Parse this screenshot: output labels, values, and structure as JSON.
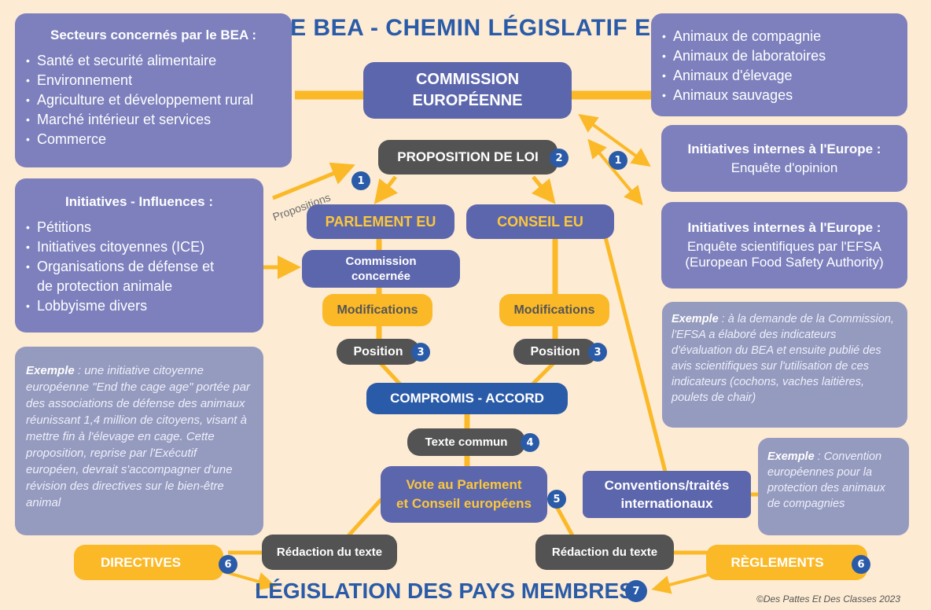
{
  "title": "LE BEA - CHEMIN LÉGISLATIF EU",
  "footer_title": "LÉGISLATION DES PAYS MEMBRES",
  "footer_badge": "7",
  "copyright": "©Des Pattes Et Des Classes 2023",
  "colors": {
    "background": "#fdebd3",
    "lavender": "#7d80bd",
    "blue": "#5c66ad",
    "grey_lavender": "#959abf",
    "dark": "#535353",
    "yellow": "#fbb927",
    "navy": "#2a5ba8"
  },
  "sectors": {
    "title": "Secteurs concernés par le BEA :",
    "items": [
      "Santé et securité alimentaire",
      "Environnement",
      "Agriculture et développement rural",
      "Marché intérieur et services",
      "Commerce"
    ]
  },
  "animals": {
    "items": [
      "Animaux de compagnie",
      "Animaux de laboratoires",
      "Animaux d'élevage",
      "Animaux sauvages"
    ]
  },
  "initiatives": {
    "title": "Initiatives - Influences :",
    "items": [
      "Pétitions",
      "Initiatives citoyennes (ICE)",
      "Organisations de défense et de protection animale",
      "Lobbyisme divers"
    ]
  },
  "internal_opinion": {
    "title": "Initiatives internes à l'Europe :",
    "text": "Enquête d'opinion"
  },
  "internal_science": {
    "title": "Initiatives internes à l'Europe :",
    "line1": "Enquête scientifiques par l'EFSA",
    "line2": "(European Food Safety Authority)"
  },
  "example_left": {
    "label": "Exemple",
    "text": " : une initiative citoyenne européenne \"End the cage age\" portée par des associations de défense des animaux réunissant 1,4 million de citoyens, visant à mettre fin à l'élevage en cage. Cette proposition, reprise par l'Exécutif européen, devrait s'accompagner d'une révision des directives sur le bien-être animal"
  },
  "example_right": {
    "label": "Exemple",
    "text": " : à la demande de la Commission, l'EFSA a élaboré des indicateurs d'évaluation du BEA et ensuite publié des avis scientifiques sur l'utilisation de ces indicateurs (cochons, vaches laitières, poulets de chair)"
  },
  "example_convention": {
    "label": "Exemple",
    "text": " : Convention européennes pour la protection des animaux de compagnies"
  },
  "nodes": {
    "commission_line1": "COMMISSION",
    "commission_line2": "EUROPÉENNE",
    "proposition": "PROPOSITION DE LOI",
    "proposition_badge": "2",
    "propositions_label": "Propositions",
    "propositions_badge": "1",
    "internal_badge": "1",
    "parlement": "PARLEMENT EU",
    "conseil": "CONSEIL EU",
    "commission_concernee_line1": "Commission",
    "commission_concernee_line2": "concernée",
    "modifications_left": "Modifications",
    "modifications_right": "Modifications",
    "position_left": "Position",
    "position_right": "Position",
    "position_badge": "3",
    "compromis": "COMPROMIS - ACCORD",
    "texte_commun": "Texte commun",
    "texte_commun_badge": "4",
    "vote_line1": "Vote au Parlement",
    "vote_line2": "et Conseil européens",
    "vote_badge": "5",
    "conventions_line1": "Conventions/traités",
    "conventions_line2": "internationaux",
    "redaction_left": "Rédaction du texte",
    "redaction_right": "Rédaction du texte",
    "directives": "DIRECTIVES",
    "reglements": "RÈGLEMENTS",
    "outcome_badge": "6"
  }
}
